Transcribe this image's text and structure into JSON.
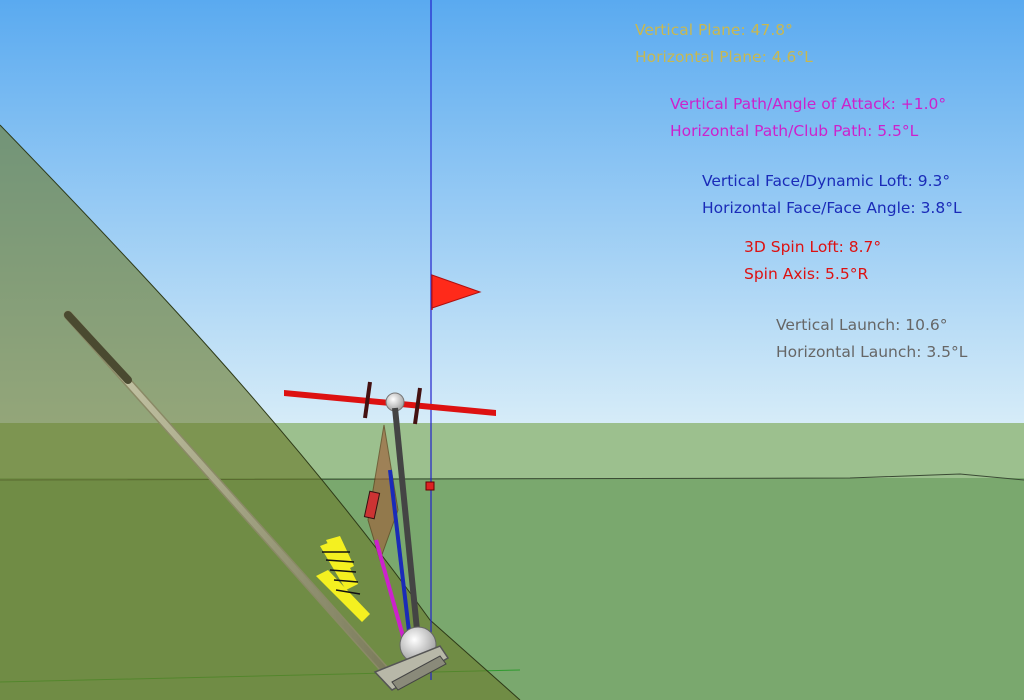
{
  "colors": {
    "sky_top": "#5aaaf0",
    "sky_bottom": "#d6ecf8",
    "ground": "#7aa86e",
    "ground_far": "#9cc08e",
    "plane_shade": "#6b7a2c",
    "plane_color": "#c8b850",
    "path_color": "#cc22cc",
    "face_color": "#1a2bb8",
    "spin_color": "#dd1111",
    "launch_color": "#666666",
    "flag": "#ff2a1a",
    "target_line": "#2222cc"
  },
  "readouts": {
    "plane": {
      "vertical": "Vertical Plane: 47.8°",
      "horizontal": "Horizontal Plane: 4.6°L"
    },
    "path": {
      "vertical": "Vertical Path/Angle of Attack: +1.0°",
      "horizontal": "Horizontal Path/Club Path: 5.5°L"
    },
    "face": {
      "vertical": "Vertical Face/Dynamic Loft: 9.3°",
      "horizontal": "Horizontal Face/Face Angle: 3.8°L"
    },
    "spin": {
      "vertical": "3D Spin Loft: 8.7°",
      "horizontal": "Spin Axis: 5.5°R"
    },
    "launch": {
      "vertical": "Vertical Launch: 10.6°",
      "horizontal": "Horizontal Launch: 3.5°L"
    }
  }
}
